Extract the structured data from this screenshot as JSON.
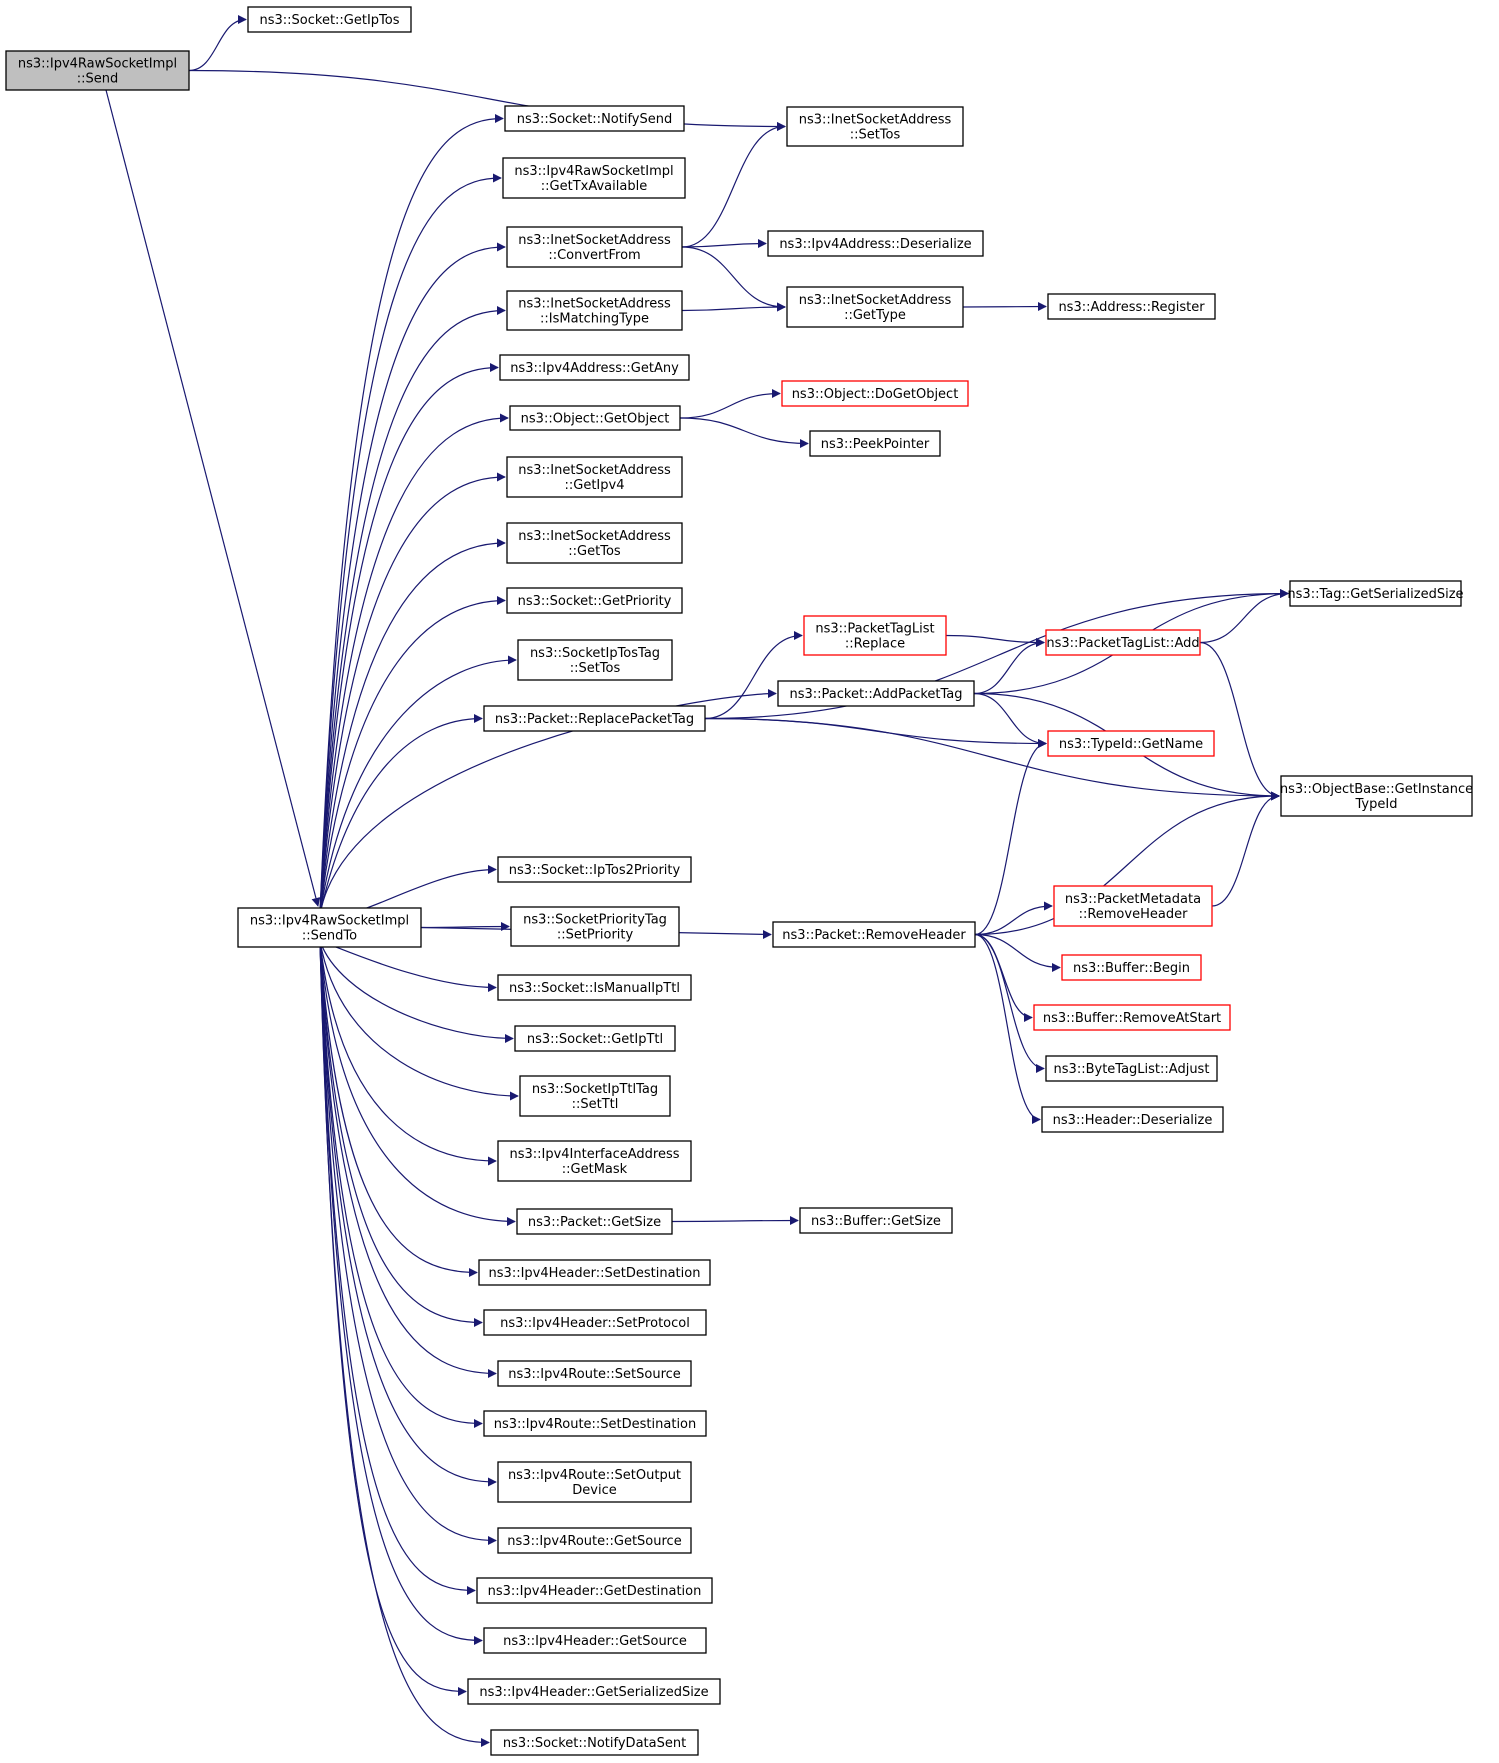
{
  "nodes": [
    {
      "id": "send",
      "lines": [
        "ns3::Ipv4RawSocketImpl",
        "::Send"
      ],
      "style": "root"
    },
    {
      "id": "getiptos",
      "lines": [
        "ns3::Socket::GetIpTos"
      ],
      "style": "normal"
    },
    {
      "id": "settos",
      "lines": [
        "ns3::InetSocketAddress",
        "::SetTos"
      ],
      "style": "normal"
    },
    {
      "id": "sendto",
      "lines": [
        "ns3::Ipv4RawSocketImpl",
        "::SendTo"
      ],
      "style": "normal"
    },
    {
      "id": "notifysend",
      "lines": [
        "ns3::Socket::NotifySend"
      ],
      "style": "normal"
    },
    {
      "id": "gettxavail",
      "lines": [
        "ns3::Ipv4RawSocketImpl",
        "::GetTxAvailable"
      ],
      "style": "normal"
    },
    {
      "id": "convertfrom",
      "lines": [
        "ns3::InetSocketAddress",
        "::ConvertFrom"
      ],
      "style": "normal"
    },
    {
      "id": "ipv4deser",
      "lines": [
        "ns3::Ipv4Address::Deserialize"
      ],
      "style": "normal"
    },
    {
      "id": "ismatching",
      "lines": [
        "ns3::InetSocketAddress",
        "::IsMatchingType"
      ],
      "style": "normal"
    },
    {
      "id": "gettype",
      "lines": [
        "ns3::InetSocketAddress",
        "::GetType"
      ],
      "style": "normal"
    },
    {
      "id": "register",
      "lines": [
        "ns3::Address::Register"
      ],
      "style": "normal"
    },
    {
      "id": "getany",
      "lines": [
        "ns3::Ipv4Address::GetAny"
      ],
      "style": "normal"
    },
    {
      "id": "getobject",
      "lines": [
        "ns3::Object::GetObject"
      ],
      "style": "normal"
    },
    {
      "id": "dogetobject",
      "lines": [
        "ns3::Object::DoGetObject"
      ],
      "style": "red"
    },
    {
      "id": "peekpointer",
      "lines": [
        "ns3::PeekPointer"
      ],
      "style": "normal"
    },
    {
      "id": "getipv4",
      "lines": [
        "ns3::InetSocketAddress",
        "::GetIpv4"
      ],
      "style": "normal"
    },
    {
      "id": "gettos",
      "lines": [
        "ns3::InetSocketAddress",
        "::GetTos"
      ],
      "style": "normal"
    },
    {
      "id": "getpriority",
      "lines": [
        "ns3::Socket::GetPriority"
      ],
      "style": "normal"
    },
    {
      "id": "iptostagsettos",
      "lines": [
        "ns3::SocketIpTosTag",
        "::SetTos"
      ],
      "style": "normal"
    },
    {
      "id": "replacepackettag",
      "lines": [
        "ns3::Packet::ReplacePacketTag"
      ],
      "style": "normal"
    },
    {
      "id": "ptlreplace",
      "lines": [
        "ns3::PacketTagList",
        "::Replace"
      ],
      "style": "red"
    },
    {
      "id": "addpackettag",
      "lines": [
        "ns3::Packet::AddPacketTag"
      ],
      "style": "normal"
    },
    {
      "id": "ptladd",
      "lines": [
        "ns3::PacketTagList::Add"
      ],
      "style": "red"
    },
    {
      "id": "taggetser",
      "lines": [
        "ns3::Tag::GetSerializedSize"
      ],
      "style": "normal"
    },
    {
      "id": "typeidgetname",
      "lines": [
        "ns3::TypeId::GetName"
      ],
      "style": "red"
    },
    {
      "id": "getinstancetypeid",
      "lines": [
        "ns3::ObjectBase::GetInstance",
        "TypeId"
      ],
      "style": "normal"
    },
    {
      "id": "iptos2prio",
      "lines": [
        "ns3::Socket::IpTos2Priority"
      ],
      "style": "normal"
    },
    {
      "id": "priotagsetprio",
      "lines": [
        "ns3::SocketPriorityTag",
        "::SetPriority"
      ],
      "style": "normal"
    },
    {
      "id": "ismanualipttl",
      "lines": [
        "ns3::Socket::IsManualIpTtl"
      ],
      "style": "normal"
    },
    {
      "id": "getipttl",
      "lines": [
        "ns3::Socket::GetIpTtl"
      ],
      "style": "normal"
    },
    {
      "id": "ipttltagsetttl",
      "lines": [
        "ns3::SocketIpTtlTag",
        "::SetTtl"
      ],
      "style": "normal"
    },
    {
      "id": "getmask",
      "lines": [
        "ns3::Ipv4InterfaceAddress",
        "::GetMask"
      ],
      "style": "normal"
    },
    {
      "id": "packetgetsize",
      "lines": [
        "ns3::Packet::GetSize"
      ],
      "style": "normal"
    },
    {
      "id": "buffergetsize",
      "lines": [
        "ns3::Buffer::GetSize"
      ],
      "style": "normal"
    },
    {
      "id": "removeheader",
      "lines": [
        "ns3::Packet::RemoveHeader"
      ],
      "style": "normal"
    },
    {
      "id": "pmremoveheader",
      "lines": [
        "ns3::PacketMetadata",
        "::RemoveHeader"
      ],
      "style": "red"
    },
    {
      "id": "bufferbegin",
      "lines": [
        "ns3::Buffer::Begin"
      ],
      "style": "red"
    },
    {
      "id": "removeatstart",
      "lines": [
        "ns3::Buffer::RemoveAtStart"
      ],
      "style": "red"
    },
    {
      "id": "btladjust",
      "lines": [
        "ns3::ByteTagList::Adjust"
      ],
      "style": "normal"
    },
    {
      "id": "headerdeser",
      "lines": [
        "ns3::Header::Deserialize"
      ],
      "style": "normal"
    },
    {
      "id": "setdestination",
      "lines": [
        "ns3::Ipv4Header::SetDestination"
      ],
      "style": "normal"
    },
    {
      "id": "setprotocol",
      "lines": [
        "ns3::Ipv4Header::SetProtocol"
      ],
      "style": "normal"
    },
    {
      "id": "routesetsource",
      "lines": [
        "ns3::Ipv4Route::SetSource"
      ],
      "style": "normal"
    },
    {
      "id": "routesetdest",
      "lines": [
        "ns3::Ipv4Route::SetDestination"
      ],
      "style": "normal"
    },
    {
      "id": "setoutputdevice",
      "lines": [
        "ns3::Ipv4Route::SetOutput",
        "Device"
      ],
      "style": "normal"
    },
    {
      "id": "routegetsource",
      "lines": [
        "ns3::Ipv4Route::GetSource"
      ],
      "style": "normal"
    },
    {
      "id": "hdrgetdest",
      "lines": [
        "ns3::Ipv4Header::GetDestination"
      ],
      "style": "normal"
    },
    {
      "id": "hdrgetsource",
      "lines": [
        "ns3::Ipv4Header::GetSource"
      ],
      "style": "normal"
    },
    {
      "id": "hdrgetser",
      "lines": [
        "ns3::Ipv4Header::GetSerializedSize"
      ],
      "style": "normal"
    },
    {
      "id": "notifydatasent",
      "lines": [
        "ns3::Socket::NotifyDataSent"
      ],
      "style": "normal"
    }
  ],
  "edges": [
    [
      "send",
      "getiptos"
    ],
    [
      "send",
      "settos"
    ],
    [
      "send",
      "sendto"
    ],
    [
      "sendto",
      "notifysend"
    ],
    [
      "sendto",
      "gettxavail"
    ],
    [
      "sendto",
      "convertfrom"
    ],
    [
      "sendto",
      "ismatching"
    ],
    [
      "sendto",
      "getany"
    ],
    [
      "sendto",
      "getobject"
    ],
    [
      "sendto",
      "getipv4"
    ],
    [
      "sendto",
      "gettos"
    ],
    [
      "sendto",
      "getpriority"
    ],
    [
      "sendto",
      "iptostagsettos"
    ],
    [
      "sendto",
      "replacepackettag"
    ],
    [
      "sendto",
      "addpackettag"
    ],
    [
      "sendto",
      "removeheader"
    ],
    [
      "sendto",
      "iptos2prio"
    ],
    [
      "sendto",
      "priotagsetprio"
    ],
    [
      "sendto",
      "ismanualipttl"
    ],
    [
      "sendto",
      "getipttl"
    ],
    [
      "sendto",
      "ipttltagsetttl"
    ],
    [
      "sendto",
      "getmask"
    ],
    [
      "sendto",
      "packetgetsize"
    ],
    [
      "sendto",
      "setdestination"
    ],
    [
      "sendto",
      "setprotocol"
    ],
    [
      "sendto",
      "routesetsource"
    ],
    [
      "sendto",
      "routesetdest"
    ],
    [
      "sendto",
      "setoutputdevice"
    ],
    [
      "sendto",
      "routegetsource"
    ],
    [
      "sendto",
      "hdrgetdest"
    ],
    [
      "sendto",
      "hdrgetsource"
    ],
    [
      "sendto",
      "hdrgetser"
    ],
    [
      "sendto",
      "notifydatasent"
    ],
    [
      "convertfrom",
      "settos"
    ],
    [
      "convertfrom",
      "ipv4deser"
    ],
    [
      "convertfrom",
      "gettype"
    ],
    [
      "ismatching",
      "gettype"
    ],
    [
      "gettype",
      "register"
    ],
    [
      "getobject",
      "dogetobject"
    ],
    [
      "getobject",
      "peekpointer"
    ],
    [
      "replacepackettag",
      "taggetser"
    ],
    [
      "replacepackettag",
      "ptlreplace"
    ],
    [
      "replacepackettag",
      "typeidgetname"
    ],
    [
      "replacepackettag",
      "getinstancetypeid"
    ],
    [
      "ptlreplace",
      "ptladd"
    ],
    [
      "addpackettag",
      "taggetser"
    ],
    [
      "addpackettag",
      "ptladd"
    ],
    [
      "addpackettag",
      "typeidgetname"
    ],
    [
      "addpackettag",
      "getinstancetypeid"
    ],
    [
      "ptladd",
      "taggetser"
    ],
    [
      "ptladd",
      "getinstancetypeid"
    ],
    [
      "packetgetsize",
      "buffergetsize"
    ],
    [
      "removeheader",
      "typeidgetname"
    ],
    [
      "removeheader",
      "getinstancetypeid"
    ],
    [
      "removeheader",
      "pmremoveheader"
    ],
    [
      "removeheader",
      "bufferbegin"
    ],
    [
      "removeheader",
      "removeatstart"
    ],
    [
      "removeheader",
      "btladjust"
    ],
    [
      "removeheader",
      "headerdeser"
    ],
    [
      "pmremoveheader",
      "getinstancetypeid"
    ]
  ],
  "colors": {
    "edge": "#191970",
    "root_fill": "#bfbfbf",
    "red_border": "#ff0000"
  }
}
